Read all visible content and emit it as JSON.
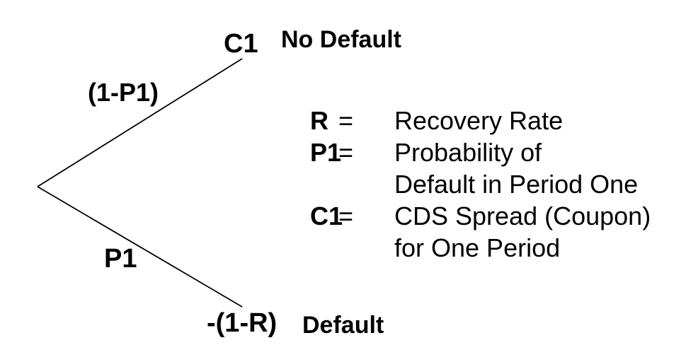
{
  "diagram": {
    "type": "binomial-tree",
    "colors": {
      "ink": "#000000",
      "background": "#ffffff"
    },
    "tree": {
      "branches": {
        "up": {
          "probability_label": "(1-P1)",
          "payoff_label": "C1",
          "outcome_label": "No Default"
        },
        "down": {
          "probability_label": "P1",
          "payoff_label": "-(1-R)",
          "outcome_label": "Default"
        }
      }
    },
    "legend": {
      "rows": [
        {
          "term": "R",
          "eq": "=",
          "lines": [
            "Recovery Rate"
          ]
        },
        {
          "term": "P1",
          "eq": "=",
          "lines": [
            "Probability of",
            "Default in Period One"
          ]
        },
        {
          "term": "C1",
          "eq": "=",
          "lines": [
            "CDS Spread (Coupon)",
            "for One Period"
          ]
        }
      ]
    }
  }
}
